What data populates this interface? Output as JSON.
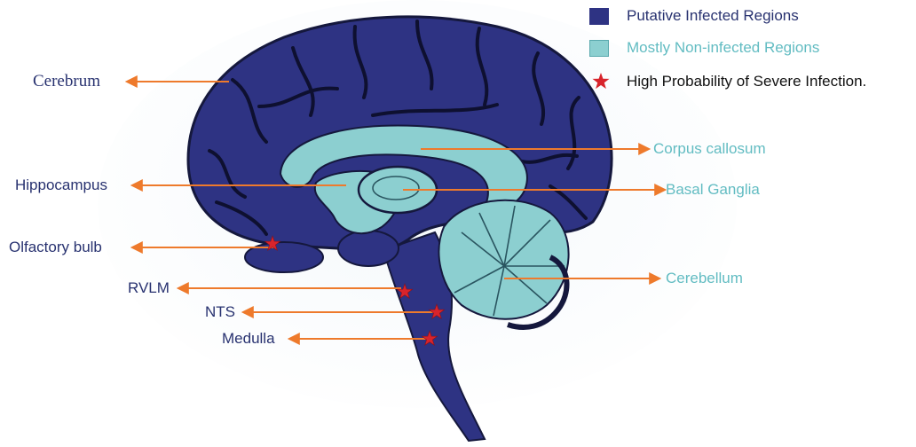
{
  "colors": {
    "infected": "#2e3383",
    "non_infected": "#8ccfd0",
    "arrow": "#ee7a2c",
    "star": "#d8242c",
    "dark_text": "#283270",
    "light_text": "#62bcc2"
  },
  "legend": {
    "infected_label": "Putative Infected Regions",
    "non_infected_label": "Mostly Non-infected Regions",
    "star_label": "High Probability of Severe Infection."
  },
  "labels": {
    "cerebrum": "Cerebrum",
    "hippocampus": "Hippocampus",
    "olfactory_bulb": "Olfactory bulb",
    "rvlm": "RVLM",
    "nts": "NTS",
    "medulla": "Medulla",
    "corpus_callosum": "Corpus callosum",
    "basal_ganglia": "Basal Ganglia",
    "cerebellum": "Cerebellum"
  }
}
